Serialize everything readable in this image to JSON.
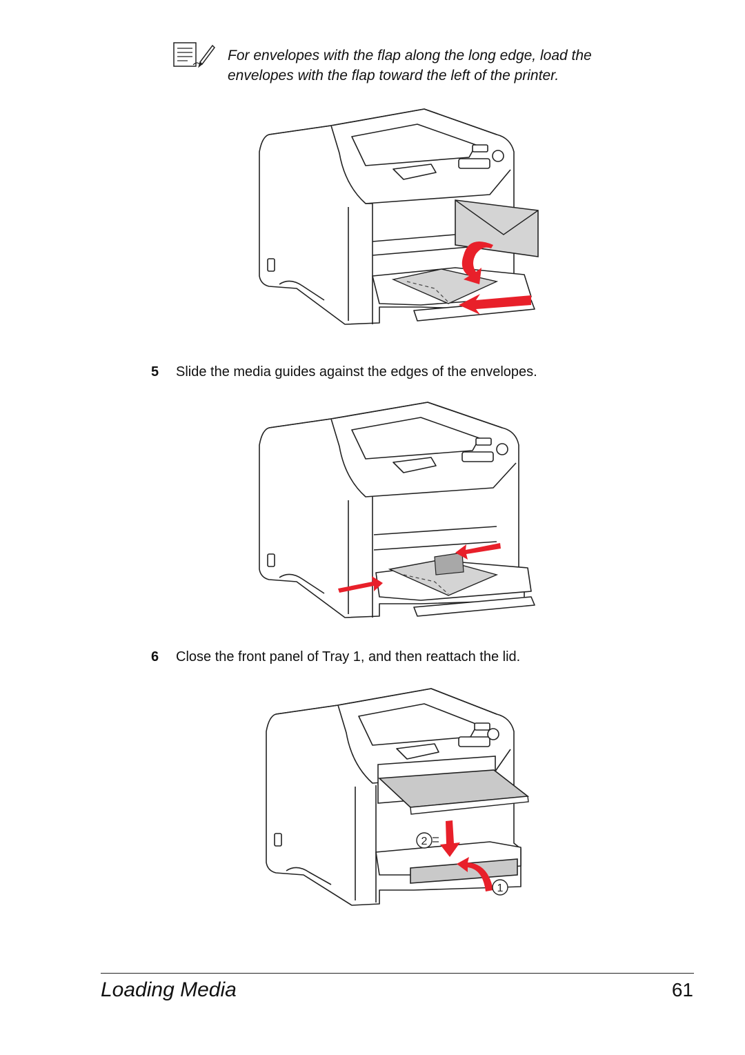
{
  "note": {
    "icon": "note-pencil-icon",
    "text": "For envelopes with the flap along the long edge, load the envelopes with the flap toward the left of the printer."
  },
  "steps": [
    {
      "number": "5",
      "text": "Slide the media guides against the edges of the envelopes."
    },
    {
      "number": "6",
      "text": "Close the front panel of Tray 1, and then reattach the lid."
    }
  ],
  "figure3": {
    "callout_1": "1",
    "callout_2": "2"
  },
  "colors": {
    "arrow": "#e8202a",
    "envelope": "#d4d4d4",
    "line": "#222222"
  },
  "footer": {
    "title": "Loading Media",
    "page": "61"
  }
}
